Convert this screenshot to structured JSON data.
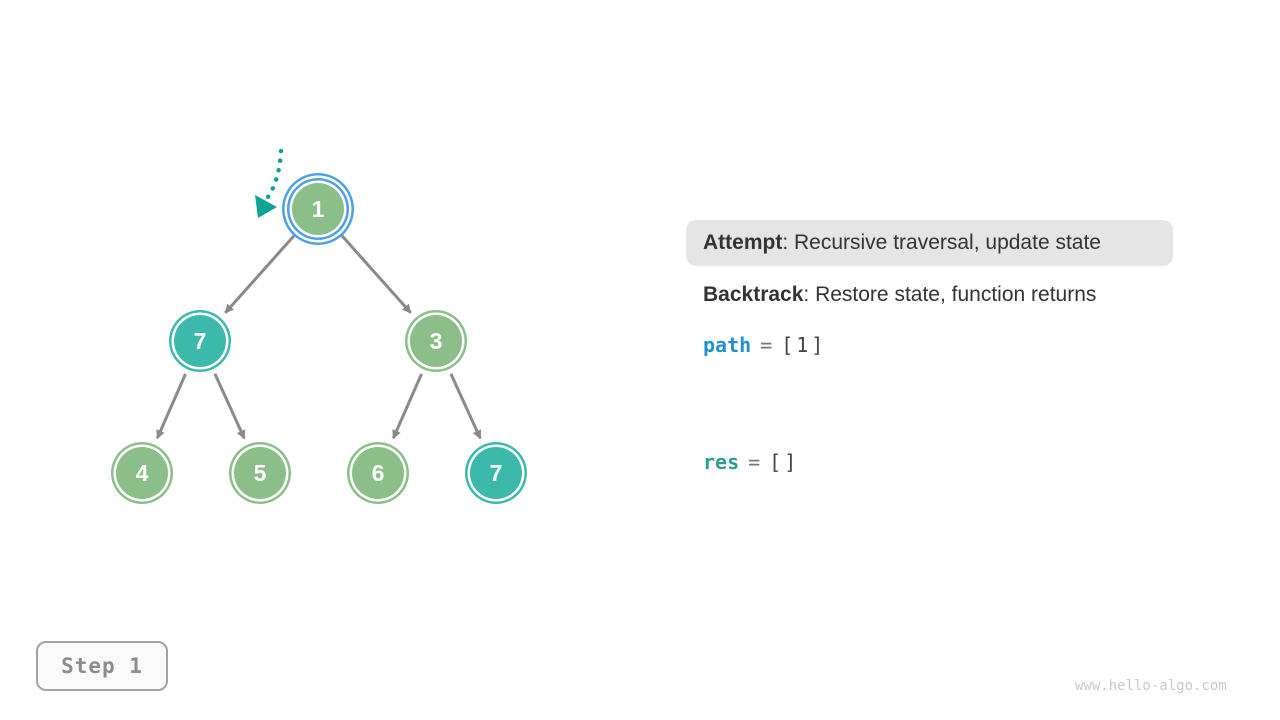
{
  "tree": {
    "nodes": [
      {
        "value": "1",
        "state": "active",
        "note": "current node, highlighted with blue double ring, dotted arrow points to it"
      },
      {
        "value": "7",
        "state": "teal"
      },
      {
        "value": "3",
        "state": "green"
      },
      {
        "value": "4",
        "state": "green"
      },
      {
        "value": "5",
        "state": "green"
      },
      {
        "value": "6",
        "state": "green"
      },
      {
        "value": "7",
        "state": "teal"
      }
    ],
    "edges": [
      [
        0,
        1
      ],
      [
        0,
        2
      ],
      [
        1,
        3
      ],
      [
        1,
        4
      ],
      [
        2,
        5
      ],
      [
        2,
        6
      ]
    ]
  },
  "legend": {
    "attempt_label": "Attempt",
    "attempt_text": ": Recursive traversal, update state",
    "backtrack_label": "Backtrack",
    "backtrack_text": ": Restore state, function returns"
  },
  "variables": {
    "path": {
      "name": "path",
      "equals": "=",
      "value": "[1]"
    },
    "res": {
      "name": "res",
      "equals": "=",
      "value": "[]"
    }
  },
  "step": {
    "label": "Step 1"
  },
  "watermark": "www.hello-algo.com",
  "icons": {
    "pointer_arrow": "teal dotted arrow pointing at current node 1",
    "edge_arrow": "gray arrowhead on parent-to-child edges"
  },
  "colors": {
    "node_green": "#8CBE8A",
    "node_teal": "#3DB9AC",
    "highlight_blue": "#4D9FE8",
    "edge_gray": "#8A8A8A",
    "pointer_teal": "#10A295",
    "path_blue": "#2191D4",
    "res_teal": "#2E9C8E",
    "attempt_box_bg": "#E5E5E5"
  }
}
